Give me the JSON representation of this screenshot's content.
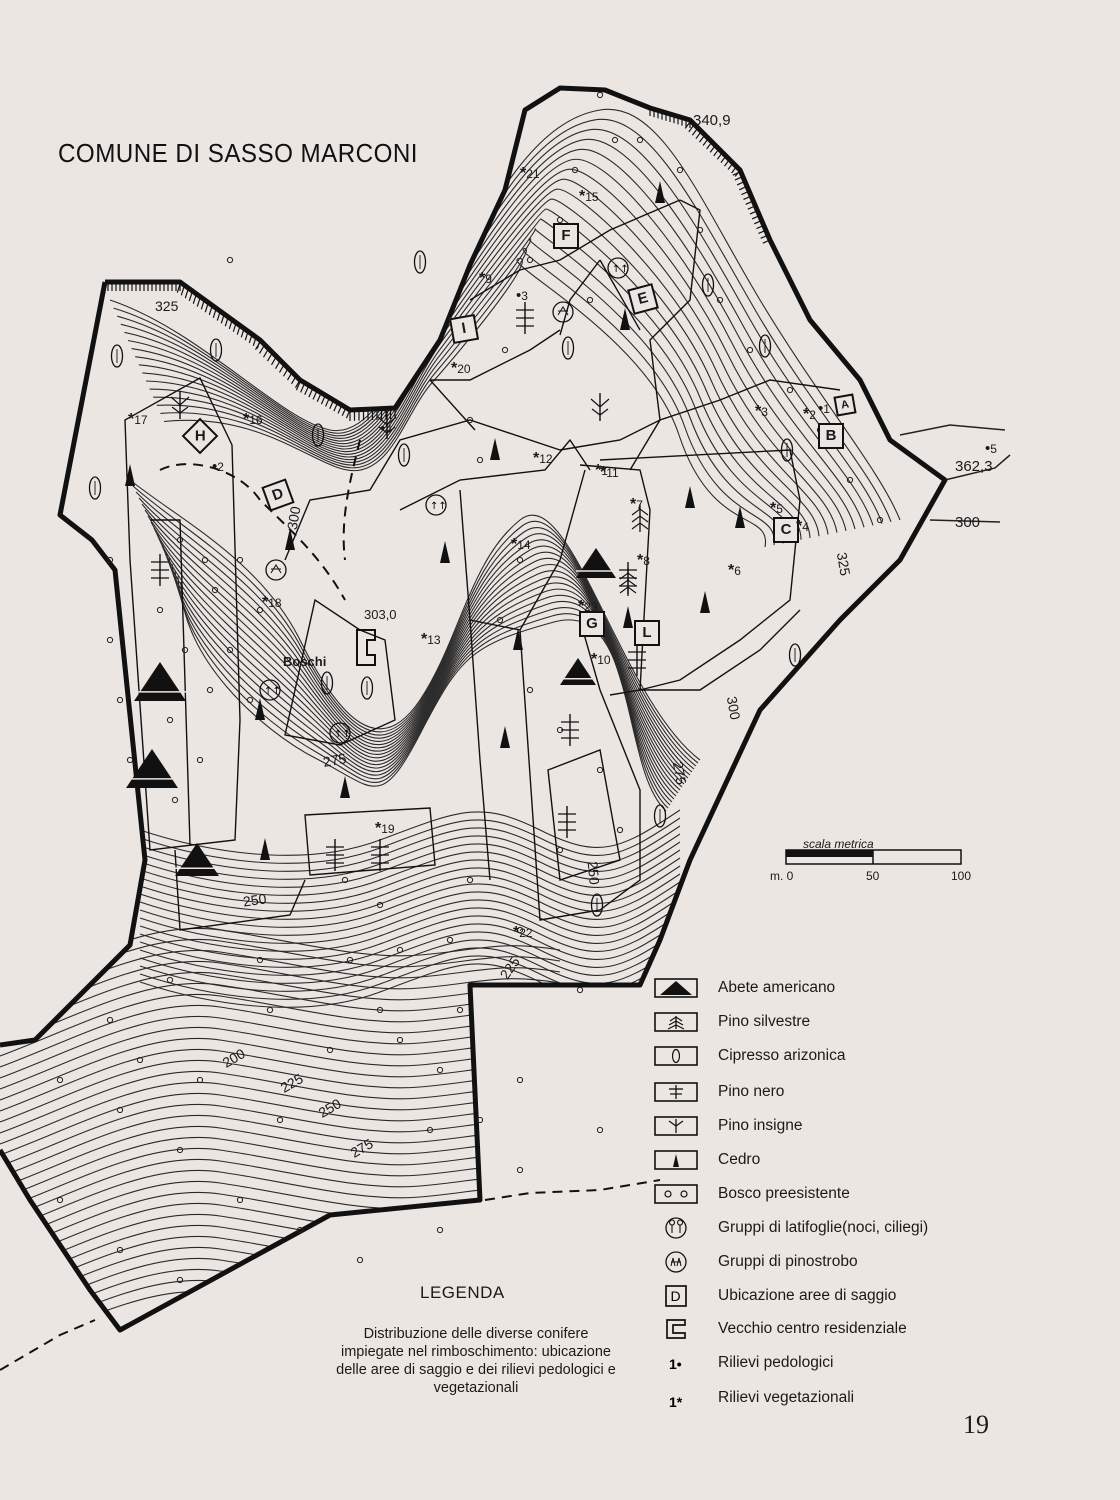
{
  "map": {
    "title": "COMUNE DI SASSO MARCONI",
    "place_label": "Boschi",
    "elevation_points": [
      "340,9",
      "362,3",
      "303,0"
    ],
    "contour_labels": [
      "325",
      "300",
      "325",
      "300",
      "275",
      "250",
      "275",
      "300",
      "250",
      "225",
      "200",
      "225",
      "250",
      "275"
    ],
    "sample_areas": [
      "A",
      "B",
      "C",
      "D",
      "E",
      "F",
      "G",
      "H",
      "I",
      "L"
    ],
    "veg_survey_numbers": [
      "1",
      "2",
      "3",
      "4",
      "5",
      "6",
      "7",
      "8",
      "9",
      "10",
      "11",
      "12",
      "13",
      "14",
      "15",
      "16",
      "17",
      "18",
      "19",
      "20",
      "21",
      "22",
      "23"
    ],
    "pedo_survey_numbers": [
      "1",
      "2",
      "3",
      "4",
      "5"
    ]
  },
  "scale": {
    "title": "scala metrica",
    "ticks": [
      "m. 0",
      "50",
      "100"
    ]
  },
  "legend": {
    "title": "LEGENDA",
    "description": "Distribuzione delle diverse conifere impiegate nel rimboschimento: ubicazione delle aree di saggio e dei rilievi pedologici e vegetazionali",
    "items": [
      {
        "label": "Abete americano",
        "icon": "abete-americano-icon"
      },
      {
        "label": "Pino silvestre",
        "icon": "pino-silvestre-icon"
      },
      {
        "label": "Cipresso arizonica",
        "icon": "cipresso-icon"
      },
      {
        "label": "Pino nero",
        "icon": "pino-nero-icon"
      },
      {
        "label": "Pino insigne",
        "icon": "pino-insigne-icon"
      },
      {
        "label": "Cedro",
        "icon": "cedro-icon"
      },
      {
        "label": "Bosco preesistente",
        "icon": "bosco-icon"
      },
      {
        "label": "Gruppi di latifoglie(noci, ciliegi)",
        "icon": "latifoglie-icon"
      },
      {
        "label": "Gruppi di pinostrobo",
        "icon": "pinostrobo-icon"
      },
      {
        "label": "Ubicazione aree di saggio",
        "icon": "area-saggio-icon"
      },
      {
        "label": "Vecchio centro residenziale",
        "icon": "centro-residenziale-icon"
      },
      {
        "label": "Rilievi pedologici",
        "icon": "rilievo-pedologico-icon",
        "sample": "1•"
      },
      {
        "label": "Rilievi vegetazionali",
        "icon": "rilievo-vegetazionale-icon",
        "sample": "1*"
      }
    ]
  },
  "page_number": "19",
  "colors": {
    "paper": "#ece6e2",
    "ink": "#1a1a1a"
  }
}
